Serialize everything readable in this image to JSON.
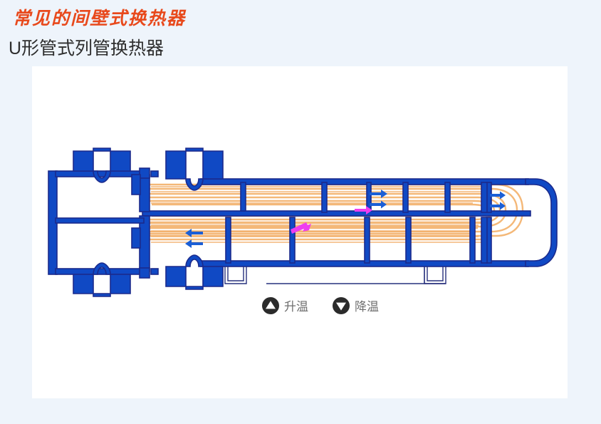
{
  "slide": {
    "title_main": "常见的间壁式换热器",
    "title_sub": "U形管式列管换热器",
    "title_main_color": "#e8491c",
    "title_sub_color": "#2e2e2e",
    "background_color": "#eef4fb",
    "panel_color": "#ffffff"
  },
  "legend": {
    "items": [
      {
        "icon": "triangle-up-icon",
        "label": "升温"
      },
      {
        "icon": "triangle-down-icon",
        "label": "降温"
      }
    ]
  },
  "diagram": {
    "name": "u-tube-shell-and-tube-heat-exchanger",
    "colors": {
      "steel_fill": "#1049c4",
      "steel_outline": "#1b2a8c",
      "tube": "#f4b878",
      "tube_outline": "#e9a45c",
      "flow_arrow_blue": "#1b5fd6",
      "flow_arrow_magenta": "#ee3df0",
      "support_outline": "#27307d"
    },
    "parts": [
      {
        "name": "left-flange-plate",
        "label": ""
      },
      {
        "name": "channel-head",
        "label": ""
      },
      {
        "name": "head-divider-plate",
        "label": ""
      },
      {
        "name": "upper-inlet-nozzle",
        "label": ""
      },
      {
        "name": "lower-outlet-nozzle",
        "label": ""
      },
      {
        "name": "tubesheet",
        "label": ""
      },
      {
        "name": "shell-upper-inlet-nozzle",
        "label": ""
      },
      {
        "name": "shell-lower-outlet-nozzle",
        "label": ""
      },
      {
        "name": "shell-body",
        "label": ""
      },
      {
        "name": "shell-dished-end",
        "label": ""
      },
      {
        "name": "longitudinal-baffle",
        "label": ""
      },
      {
        "name": "transverse-baffle",
        "label": ""
      },
      {
        "name": "u-tube-bundle",
        "label": ""
      },
      {
        "name": "support-saddle",
        "label": ""
      }
    ],
    "flow_arrows": {
      "tube_side": "right",
      "shell_side": "left"
    }
  }
}
